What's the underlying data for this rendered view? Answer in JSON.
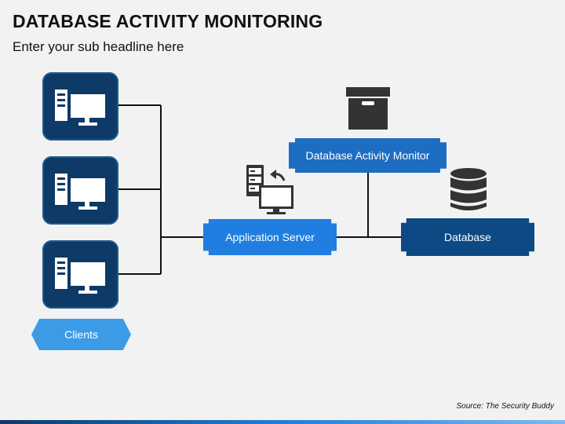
{
  "header": {
    "title": "DATABASE ACTIVITY MONITORING",
    "subtitle": "Enter your sub headline here"
  },
  "diagram": {
    "clients_label": "Clients",
    "app_server_label": "Application Server",
    "monitor_label": "Database Activity Monitor",
    "database_label": "Database"
  },
  "footer": {
    "source": "Source: The Security Buddy"
  },
  "colors": {
    "client_box": "#0d3a66",
    "clients_tag": "#3c9be6",
    "app_server": "#1f7ee0",
    "monitor": "#1d6dc2",
    "database": "#0d4a85",
    "icon_dark": "#333333"
  },
  "icons": [
    "client-computer-icon",
    "server-transfer-icon",
    "archive-box-icon",
    "database-icon"
  ]
}
